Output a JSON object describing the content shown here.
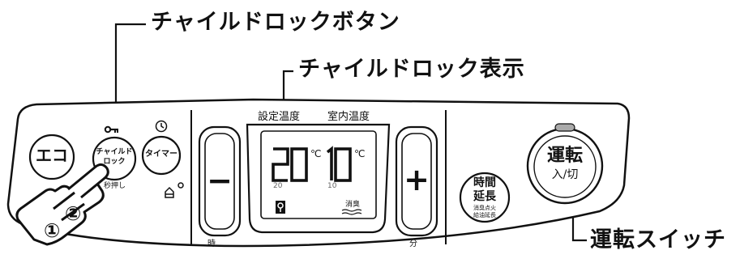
{
  "callouts": {
    "child_lock_button": "チャイルドロックボタン",
    "child_lock_display": "チャイルドロック表示",
    "run_switch": "運転スイッチ"
  },
  "display": {
    "label_set_temp": "設定温度",
    "label_room_temp": "室内温度",
    "set_temp_value": "20",
    "room_temp_value": "10",
    "unit": "℃",
    "deodorize_label": "消臭"
  },
  "buttons": {
    "eco": "エコ",
    "child_lock_line1": "チャイルド",
    "child_lock_line2": "ロック",
    "child_lock_hint": "秒押し",
    "timer": "タイマー",
    "minus": "−",
    "plus": "+",
    "hour": "時",
    "minute": "分",
    "time_ext_line1": "時間",
    "time_ext_line2": "延長",
    "time_ext_sub1": "消臭点火",
    "time_ext_sub2": "給油延長",
    "run_line1": "運転",
    "run_line2": "入/切"
  },
  "steps": {
    "step1": "①",
    "step2": "②"
  }
}
